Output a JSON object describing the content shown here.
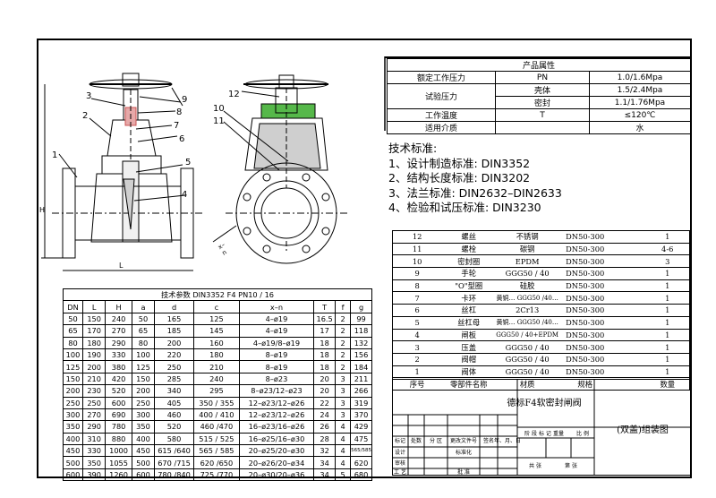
{
  "product_properties": {
    "title": "产品属性",
    "rows": [
      {
        "name": "额定工作压力",
        "symbol": "PN",
        "value": "1.0/1.6Mpa"
      },
      {
        "name": "试验压力",
        "symbol": "壳体",
        "value": "1.5/2.4Mpa"
      },
      {
        "name": "",
        "symbol": "密封",
        "value": "1.1/1.76Mpa"
      },
      {
        "name": "工作温度",
        "symbol": "T",
        "value": "≤120℃"
      },
      {
        "name": "适用介质",
        "symbol": "",
        "value": "水"
      }
    ]
  },
  "tech_standards": {
    "heading": "技术标准:",
    "items": [
      "1、设计制造标准: DIN3352",
      "2、结构长度标准: DIN3202",
      "3、法兰标准: DIN2632–DIN2633",
      "4、检验和试压标准: DIN3230"
    ]
  },
  "parts": {
    "rows": [
      [
        "12",
        "螺丝",
        "不锈钢",
        "DN50-300",
        "",
        "1"
      ],
      [
        "11",
        "螺栓",
        "碳钢",
        "DN50-300",
        "",
        "4-6"
      ],
      [
        "10",
        "密封圈",
        "EPDM",
        "DN50-300",
        "",
        "3"
      ],
      [
        "9",
        "手轮",
        "GGG50 / 40",
        "DN50-300",
        "",
        "1"
      ],
      [
        "8",
        "\"O\"型圈",
        "硅胶",
        "DN50-300",
        "",
        "1"
      ],
      [
        "7",
        "卡环",
        "黄铜… GGG50 /40…",
        "DN50-300",
        "",
        "1"
      ],
      [
        "6",
        "丝杠",
        "2Cr13",
        "DN50-300",
        "",
        "1"
      ],
      [
        "5",
        "丝杠母",
        "黄铜… GGG50 /40…",
        "DN50-300",
        "",
        "1"
      ],
      [
        "4",
        "闸板",
        "GGG50 / 40+EPDM",
        "DN50-300",
        "",
        "1"
      ],
      [
        "3",
        "压盖",
        "GGG50 / 40",
        "DN50-300",
        "",
        "1"
      ],
      [
        "2",
        "阀帽",
        "GGG50 / 40",
        "DN50-300",
        "",
        "1"
      ],
      [
        "1",
        "阀体",
        "GGG50 / 40",
        "DN50-300",
        "",
        "1"
      ]
    ],
    "header": [
      "序号",
      "零部件名称",
      "材质",
      "规格",
      "",
      "数量"
    ]
  },
  "title_block": {
    "name": "德标F4软密封闸阀",
    "assembly": "(双盖)组装图",
    "labels": [
      "标记",
      "处数",
      "分 区",
      "更改文件号",
      "签名",
      "年、月、日",
      "设计",
      "标准化",
      "阶 段 标 记",
      "重量",
      "比 例",
      "审核",
      "工 艺",
      "批 准",
      "共 张",
      "第 张"
    ]
  },
  "spec_table": {
    "caption": "技术参数   DIN3352 F4   PN10  / 16",
    "columns": [
      "DN",
      "L",
      "H",
      "a",
      "d",
      "c",
      "x–n",
      "T",
      "f",
      "g"
    ],
    "rows": [
      [
        "50",
        "150",
        "240",
        "50",
        "165",
        "125",
        "4–ø19",
        "16.5",
        "2",
        "99"
      ],
      [
        "65",
        "170",
        "270",
        "65",
        "185",
        "145",
        "4–ø19",
        "17",
        "2",
        "118"
      ],
      [
        "80",
        "180",
        "290",
        "80",
        "200",
        "160",
        "4–ø19/8–ø19",
        "18",
        "2",
        "132"
      ],
      [
        "100",
        "190",
        "330",
        "100",
        "220",
        "180",
        "8–ø19",
        "18",
        "2",
        "156"
      ],
      [
        "125",
        "200",
        "380",
        "125",
        "250",
        "210",
        "8–ø19",
        "18",
        "2",
        "184"
      ],
      [
        "150",
        "210",
        "420",
        "150",
        "285",
        "240",
        "8–ø23",
        "20",
        "3",
        "211"
      ],
      [
        "200",
        "230",
        "520",
        "200",
        "340",
        "295",
        "8–ø23/12–ø23",
        "20",
        "3",
        "266"
      ],
      [
        "250",
        "250",
        "600",
        "250",
        "405",
        "350 / 355",
        "12–ø23/12–ø26",
        "22",
        "3",
        "319"
      ],
      [
        "300",
        "270",
        "690",
        "300",
        "460",
        "400 / 410",
        "12–ø23/12–ø26",
        "24",
        "3",
        "370"
      ],
      [
        "350",
        "290",
        "780",
        "350",
        "520",
        "460 /470",
        "16–ø23/16–ø26",
        "26",
        "4",
        "429"
      ],
      [
        "400",
        "310",
        "880",
        "400",
        "580",
        "515 / 525",
        "16–ø25/16–ø30",
        "28",
        "4",
        "475"
      ],
      [
        "450",
        "330",
        "1000",
        "450",
        "615 /640",
        "565 / 585",
        "20–ø25/20–ø30",
        "32",
        "4",
        "565/585"
      ],
      [
        "500",
        "350",
        "1055",
        "500",
        "670 /715",
        "620 /650",
        "20–ø26/20–ø34",
        "34",
        "4",
        "620"
      ],
      [
        "600",
        "390",
        "1260",
        "600",
        "780 /840",
        "725 /770",
        "20–ø30/20–ø36",
        "34",
        "5",
        "680"
      ]
    ]
  },
  "callouts": {
    "left": [
      "1",
      "2",
      "3",
      "4",
      "5",
      "6",
      "7",
      "8",
      "9"
    ],
    "right": [
      "10",
      "11",
      "12"
    ],
    "dim_labels": [
      "L",
      "H",
      "x–n"
    ]
  },
  "colors": {
    "accent_green": "#56b84a",
    "line": "#000000"
  }
}
